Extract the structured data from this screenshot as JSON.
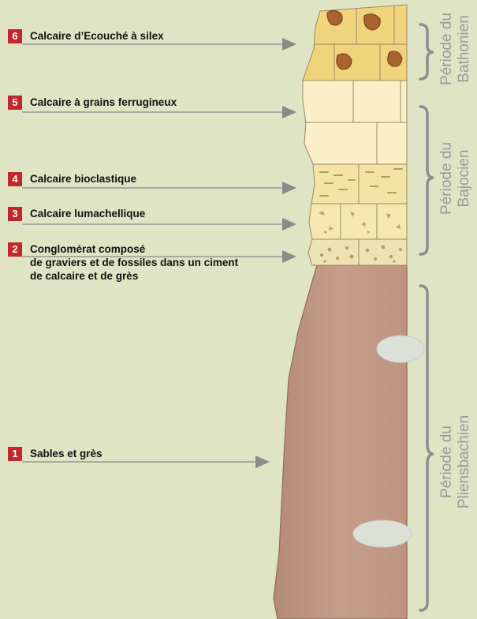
{
  "layers": [
    {
      "number": "6",
      "lines": [
        "Calcaire d’Ecouché à silex"
      ]
    },
    {
      "number": "5",
      "lines": [
        "Calcaire à grains ferrugineux"
      ]
    },
    {
      "number": "4",
      "lines": [
        "Calcaire bioclastique"
      ]
    },
    {
      "number": "3",
      "lines": [
        "Calcaire lumachellique"
      ]
    },
    {
      "number": "2",
      "lines": [
        "Conglomérat composé",
        "de graviers et de fossiles dans un ciment",
        "de calcaire et de grès"
      ]
    },
    {
      "number": "1",
      "lines": [
        "Sables et grès"
      ]
    }
  ],
  "periods": [
    {
      "lines": [
        "Période du",
        "Bathonien"
      ]
    },
    {
      "lines": [
        "Période du",
        "Bajocien"
      ]
    },
    {
      "lines": [
        "Période du",
        "Pliensbachien"
      ]
    }
  ],
  "colors": {
    "background": "#dfe4c5",
    "badge": "#c1272d",
    "period_text": "#9a9a9a",
    "brace": "#8e8e8e",
    "sandstone": "#c39a87",
    "limestone_silex": "#f0d47d",
    "limestone_ferruginous": "#fbefc8",
    "flint": "#a8632f"
  }
}
